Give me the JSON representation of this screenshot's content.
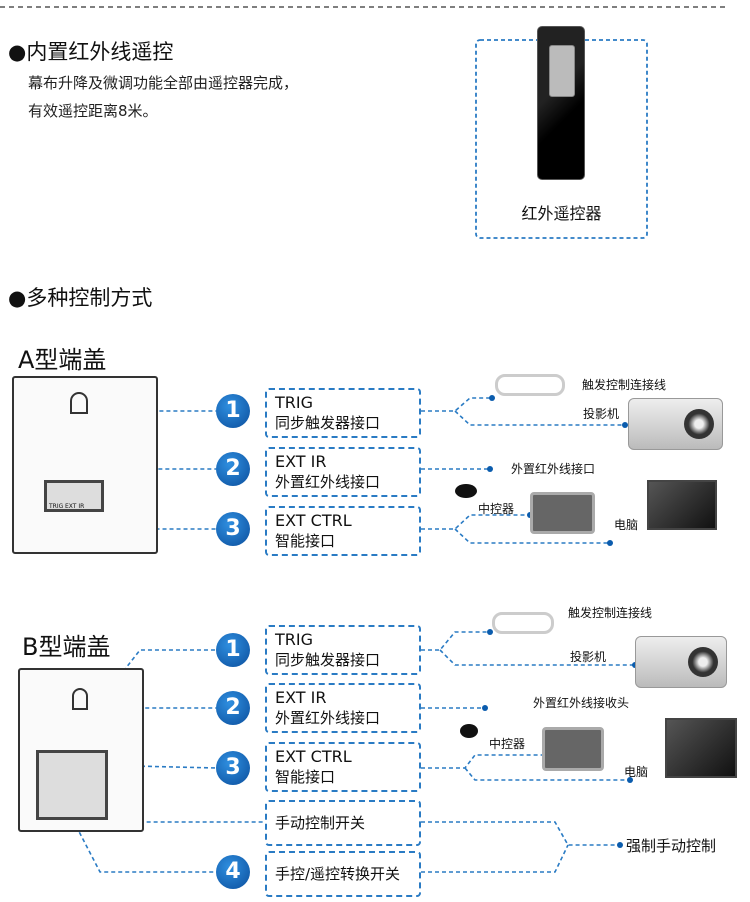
{
  "section1": {
    "title": "●内置红外线遥控",
    "desc_line1": "幕布升降及微调功能全部由遥控器完成，",
    "desc_line2": "有效遥控距离8米。",
    "remote_label": "红外遥控器"
  },
  "section2": {
    "title": "●多种控制方式"
  },
  "typeA": {
    "title": "A型端盖",
    "ports": [
      {
        "num": "1",
        "en": "TRIG",
        "cn": "同步触发器接口"
      },
      {
        "num": "2",
        "en": "EXT IR",
        "cn": "外置红外线接口"
      },
      {
        "num": "3",
        "en": "EXT CTRL",
        "cn": "智能接口"
      }
    ],
    "panel_labels": [
      "TRIG",
      "EXT IR"
    ],
    "devices": {
      "trigger_cable": "触发控制连接线",
      "projector": "投影机",
      "ir_receiver": "外置红外线接口",
      "controller": "中控器",
      "computer": "电脑"
    }
  },
  "typeB": {
    "title": "B型端盖",
    "ports": [
      {
        "num": "1",
        "en": "TRIG",
        "cn": "同步触发器接口"
      },
      {
        "num": "2",
        "en": "EXT IR",
        "cn": "外置红外线接口"
      },
      {
        "num": "3",
        "en": "EXT CTRL",
        "cn": "智能接口"
      }
    ],
    "manual_switch": "手动控制开关",
    "switch4": {
      "num": "4",
      "cn": "手控/遥控转换开关"
    },
    "devices": {
      "trigger_cable": "触发控制连接线",
      "projector": "投影机",
      "ir_receiver": "外置红外线接收头",
      "controller": "中控器",
      "computer": "电脑"
    },
    "force_manual": "强制手动控制"
  },
  "colors": {
    "accent": "#2a7bc4",
    "badge": "#0b5cad"
  }
}
